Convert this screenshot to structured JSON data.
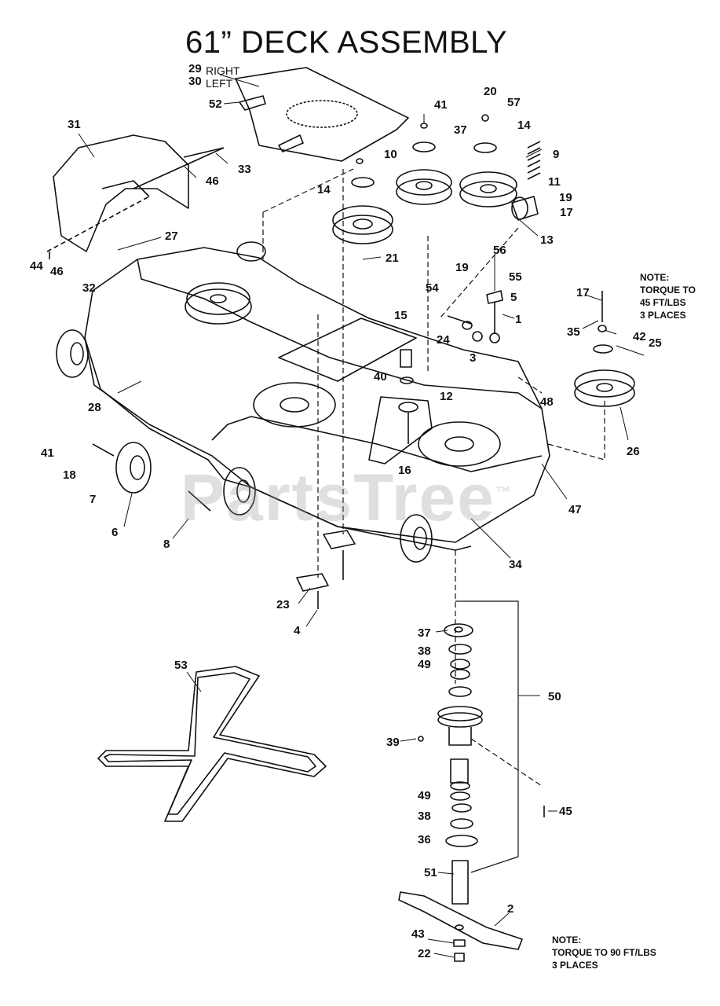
{
  "title": "61” DECK ASSEMBLY",
  "watermark": "PartsTree",
  "watermark_mark": "™",
  "side_plate": {
    "right_num": "29",
    "right_label": "RIGHT",
    "left_num": "30",
    "left_label": "LEFT"
  },
  "notes": {
    "top": [
      "NOTE:",
      "TORQUE TO",
      "45 FT/LBS",
      "3 PLACES"
    ],
    "bottom": [
      "NOTE:",
      "TORQUE TO 90 FT/LBS",
      "3 PLACES"
    ]
  },
  "callouts": {
    "c52": "52",
    "c31": "31",
    "c33": "33",
    "c46a": "46",
    "c27": "27",
    "c44": "44",
    "c46b": "46",
    "c32": "32",
    "c41a": "41",
    "c10": "10",
    "c14a": "14",
    "c21": "21",
    "c20": "20",
    "c57": "57",
    "c37a": "37",
    "c14b": "14",
    "c9": "9",
    "c11": "11",
    "c19a": "19",
    "c17a": "17",
    "c13": "13",
    "c56": "56",
    "c19b": "19",
    "c55": "55",
    "c5": "5",
    "c54": "54",
    "c1": "1",
    "c24": "24",
    "c3": "3",
    "c15": "15",
    "c40": "40",
    "c12": "12",
    "c48": "48",
    "c17b": "17",
    "c35": "35",
    "c42": "42",
    "c25": "25",
    "c26": "26",
    "c28": "28",
    "c41b": "41",
    "c18": "18",
    "c7": "7",
    "c6": "6",
    "c8": "8",
    "c16": "16",
    "c47": "47",
    "c34": "34",
    "c23": "23",
    "c4": "4",
    "c37b": "37",
    "c38a": "38",
    "c49a": "49",
    "c50": "50",
    "c53": "53",
    "c39": "39",
    "c45": "45",
    "c49b": "49",
    "c38b": "38",
    "c36": "36",
    "c51": "51",
    "c2": "2",
    "c43": "43",
    "c22": "22"
  }
}
